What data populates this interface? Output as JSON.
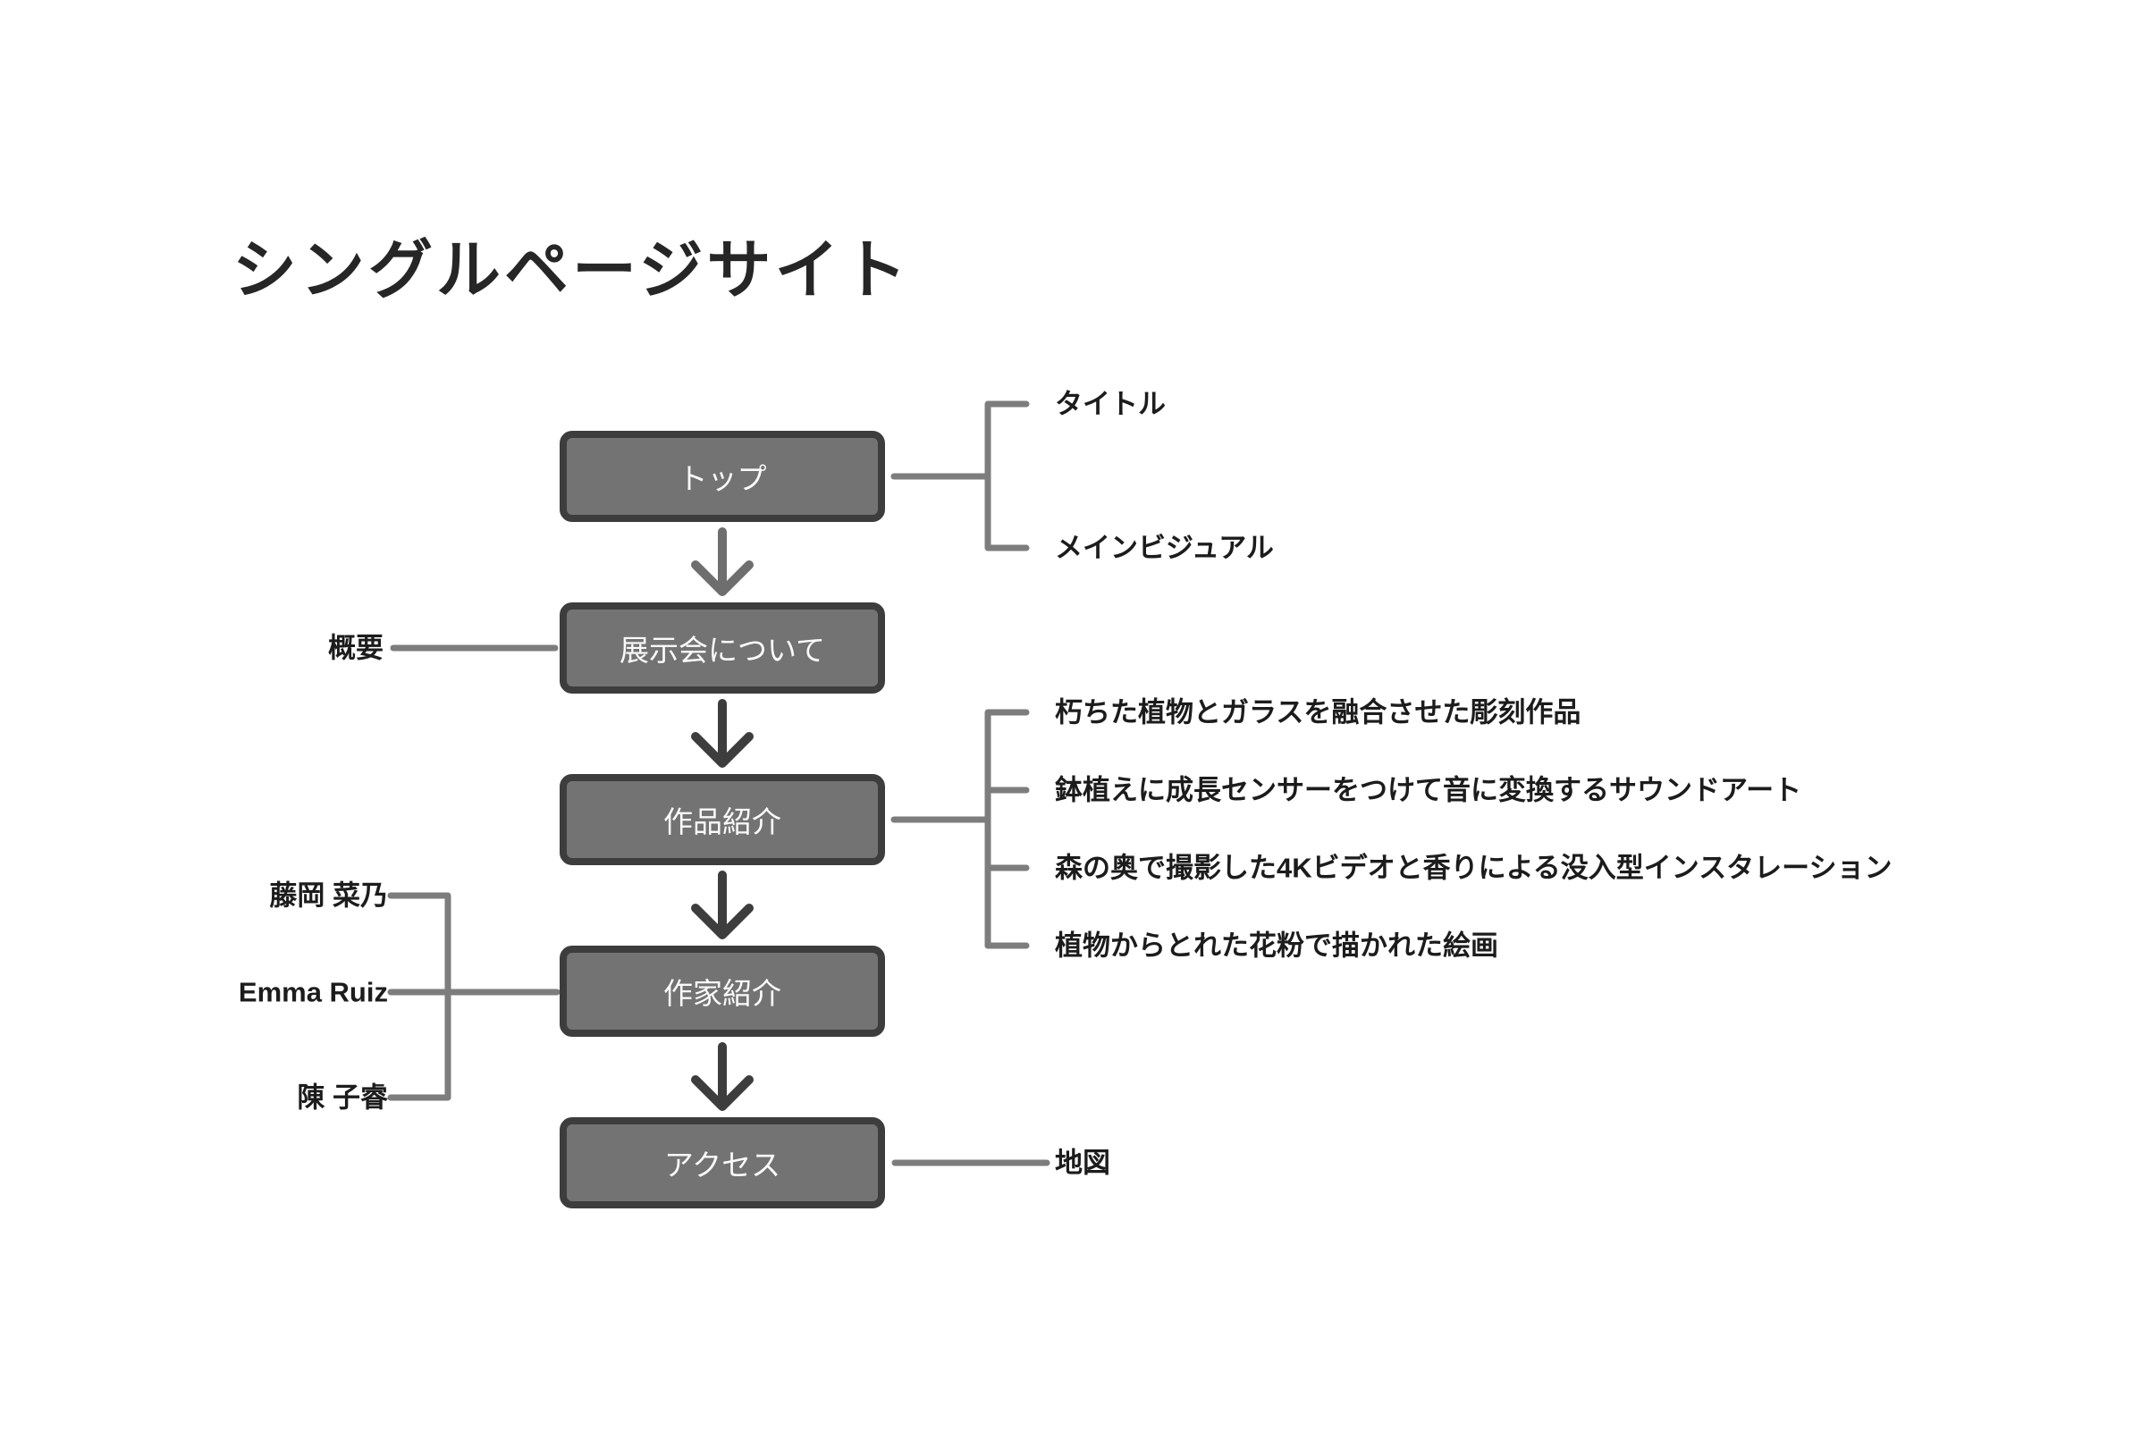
{
  "page": {
    "title": "シングルページサイト"
  },
  "diagram": {
    "nodes": [
      {
        "id": "top",
        "label": "トップ",
        "children_side": "right",
        "children": [
          "タイトル",
          "メインビジュアル"
        ]
      },
      {
        "id": "about",
        "label": "展示会について",
        "children_side": "left",
        "children": [
          "概要"
        ]
      },
      {
        "id": "works",
        "label": "作品紹介",
        "children_side": "right",
        "children": [
          "朽ちた植物とガラスを融合させた彫刻作品",
          "鉢植えに成長センサーをつけて音に変換するサウンドアート",
          "森の奥で撮影した4Kビデオと香りによる没入型インスタレーション",
          "植物からとれた花粉で描かれた絵画"
        ]
      },
      {
        "id": "artists",
        "label": "作家紹介",
        "children_side": "left",
        "children": [
          "藤岡 菜乃",
          "Emma Ruiz",
          "陳 子睿"
        ]
      },
      {
        "id": "access",
        "label": "アクセス",
        "children_side": "right",
        "children": [
          "地図"
        ]
      }
    ],
    "colors": {
      "node_fill": "#737373",
      "node_border": "#3d3d3d",
      "node_text": "#fafafa",
      "connector": "#7d7d7d",
      "arrow_light": "#6e6e6e",
      "arrow_dark": "#3d3d3d",
      "label_text": "#1c1c1c",
      "title_text": "#262626"
    }
  }
}
